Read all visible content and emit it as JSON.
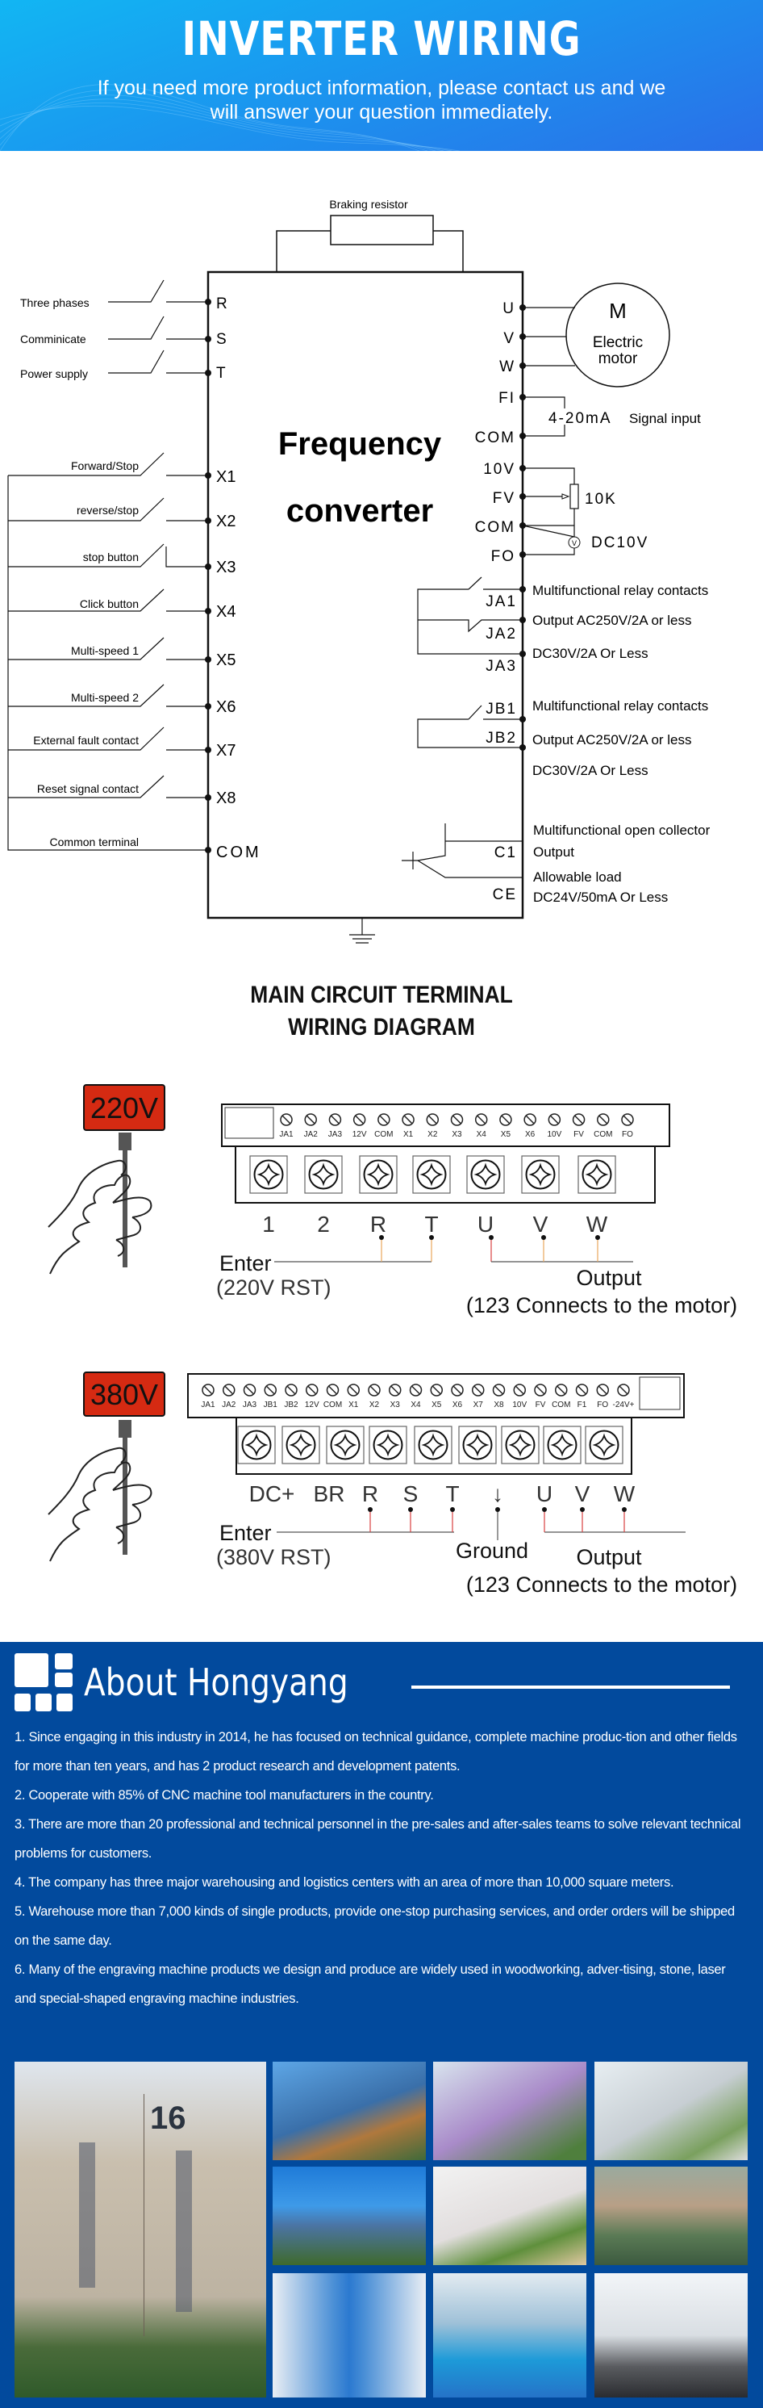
{
  "header": {
    "title": "INVERTER WIRING",
    "subtitle": "If you need more product information, please contact us and we will answer your question immediately."
  },
  "control_diagram": {
    "braking_resistor_label": "Braking resistor",
    "center_title_line1": "Frequency",
    "center_title_line2": "converter",
    "power_inputs": [
      {
        "label": "Three phases",
        "terminal": "R"
      },
      {
        "label": "Comminicate",
        "terminal": "S"
      },
      {
        "label": "Power supply",
        "terminal": "T"
      }
    ],
    "digital_inputs": [
      {
        "label": "Forward/Stop",
        "terminal": "X1"
      },
      {
        "label": "reverse/stop",
        "terminal": "X2"
      },
      {
        "label": "stop button",
        "terminal": "X3"
      },
      {
        "label": "Click button",
        "terminal": "X4"
      },
      {
        "label": "Multi-speed 1",
        "terminal": "X5"
      },
      {
        "label": "Multi-speed 2",
        "terminal": "X6"
      },
      {
        "label": "External fault contact",
        "terminal": "X7"
      },
      {
        "label": "Reset signal contact",
        "terminal": "X8"
      }
    ],
    "common_input": {
      "label": "Common terminal",
      "terminal": "COM"
    },
    "motor": {
      "symbol": "M",
      "line1": "Electric",
      "line2": "motor",
      "terminals": [
        "U",
        "V",
        "W"
      ]
    },
    "analog": {
      "fi_terminal": "FI",
      "com_terminal": "COM",
      "signal_value": "4-20mA",
      "signal_label": "Signal input",
      "v10_terminal": "10V",
      "fv_terminal": "FV",
      "com2_terminal": "COM",
      "fo_terminal": "FO",
      "pot_label": "10K",
      "meter_symbol": "V",
      "meter_label": "DC10V"
    },
    "relay_a": {
      "terminals": [
        "JA1",
        "JA2",
        "JA3"
      ],
      "lines": [
        "Multifunctional relay contacts",
        "Output AC250V/2A or less",
        "DC30V/2A Or Less"
      ]
    },
    "relay_b": {
      "terminals": [
        "JB1",
        "JB2"
      ],
      "lines": [
        "Multifunctional relay contacts",
        "Output AC250V/2A or less",
        "DC30V/2A Or Less"
      ]
    },
    "open_collector": {
      "terminals": [
        "C1",
        "CE"
      ],
      "lines": [
        "Multifunctional open collector",
        "Output",
        "Allowable load",
        "DC24V/50mA Or Less"
      ]
    }
  },
  "main_circuit": {
    "title_line1": "MAIN CIRCUIT TERMINAL",
    "title_line2": "WIRING DIAGRAM",
    "v220": {
      "badge": "220V",
      "control_terminals": [
        "JA1",
        "JA2",
        "JA3",
        "12V",
        "COM",
        "X1",
        "X2",
        "X3",
        "X4",
        "X5",
        "X6",
        "10V",
        "FV",
        "COM",
        "FO"
      ],
      "power_terminals": [
        "1",
        "2",
        "R",
        "T",
        "U",
        "V",
        "W"
      ],
      "enter_label": "Enter",
      "enter_sub": "(220V RST)",
      "output_label": "Output",
      "output_sub": "(123 Connects to the motor)"
    },
    "v380": {
      "badge": "380V",
      "control_terminals": [
        "JA1",
        "JA2",
        "JA3",
        "JB1",
        "JB2",
        "12V",
        "COM",
        "X1",
        "X2",
        "X3",
        "X4",
        "X5",
        "X6",
        "X7",
        "X8",
        "10V",
        "FV",
        "COM",
        "F1",
        "FO",
        "-24V+"
      ],
      "power_terminals": [
        "DC+",
        "BR",
        "R",
        "S",
        "T",
        "↓",
        "U",
        "V",
        "W"
      ],
      "enter_label": "Enter",
      "enter_sub": "(380V RST)",
      "ground_label": "Ground",
      "output_label": "Output",
      "output_sub": "(123 Connects to the motor)"
    }
  },
  "about": {
    "title": "About Hongyang",
    "items": [
      "1. Since engaging in this industry in 2014, he has focused on technical guidance, complete machine produc-tion and other fields for more than ten years, and has 2 product research and development patents.",
      "2. Cooperate with 85% of CNC machine tool manufacturers in the country.",
      "3. There are more than 20 professional and technical personnel in the pre-sales and after-sales teams to solve relevant technical problems for customers.",
      "4. The company has three major warehousing and logistics centers with an area of more than 10,000 square meters.",
      "5. Warehouse more than 7,000 kinds of single products, provide one-stop purchasing services, and order orders will be shipped on the same day.",
      "6. Many of the engraving machine products we design and produce are widely used in woodworking, adver-tising, stone, laser and special-shaped engraving machine industries."
    ],
    "photos": [
      {
        "name": "company-building-photo",
        "building_number": "16"
      },
      {
        "name": "office-tower-photo"
      },
      {
        "name": "reception-lobby-photo"
      },
      {
        "name": "office-desks-photo"
      },
      {
        "name": "skyscrapers-photo"
      },
      {
        "name": "lounge-area-photo"
      },
      {
        "name": "city-river-view-photo"
      },
      {
        "name": "warehouse-shelves-photo"
      },
      {
        "name": "assembly-line-photo"
      },
      {
        "name": "cnc-machines-photo"
      }
    ]
  },
  "colors": {
    "header_blue": "#1a97ef",
    "about_blue": "#024a9d",
    "badge_red": "#d52a12",
    "wire_orange": "#e8a65c",
    "wire_red": "#d94040"
  }
}
